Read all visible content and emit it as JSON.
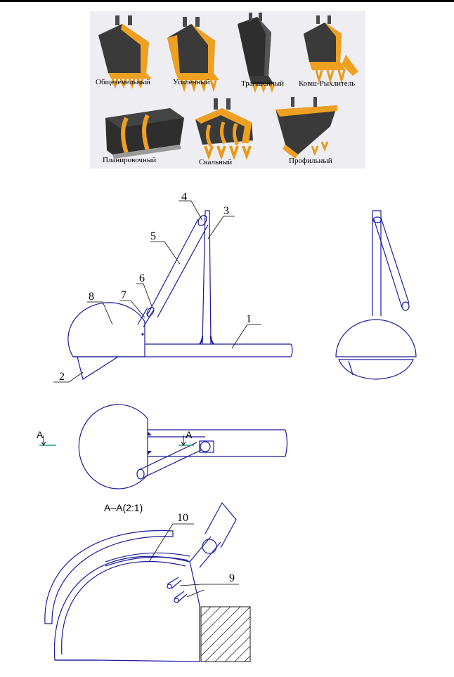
{
  "bucket_types": [
    {
      "label": "Общеземельный"
    },
    {
      "label": "Усиленный"
    },
    {
      "label": "Траншейный"
    },
    {
      "label": "Ковш-Рыхлитель"
    },
    {
      "label": "Планировочный"
    },
    {
      "label": "Скальный"
    },
    {
      "label": "Профильный"
    }
  ],
  "callouts": {
    "n1": "1",
    "n2": "2",
    "n3": "3",
    "n4": "4",
    "n5": "5",
    "n6": "6",
    "n7": "7",
    "n8": "8",
    "n9": "9",
    "n10": "10"
  },
  "section_marks": {
    "left": "А",
    "right": "А"
  },
  "section_title": "А–А(2:1)",
  "colors": {
    "outline": "#1a1a9e",
    "bucket_orange": "#f0a020",
    "bucket_dark": "#3a3a3a",
    "section_mark": "#2a9a8a"
  }
}
